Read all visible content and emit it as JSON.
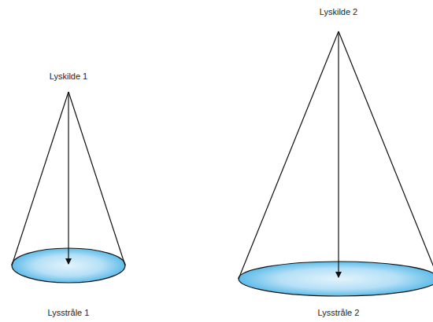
{
  "diagram": {
    "labels": [
      "Lyskilde 1",
      "Lysstråle 1",
      "Lyskilde 2",
      "Lysstråle 2"
    ]
  }
}
